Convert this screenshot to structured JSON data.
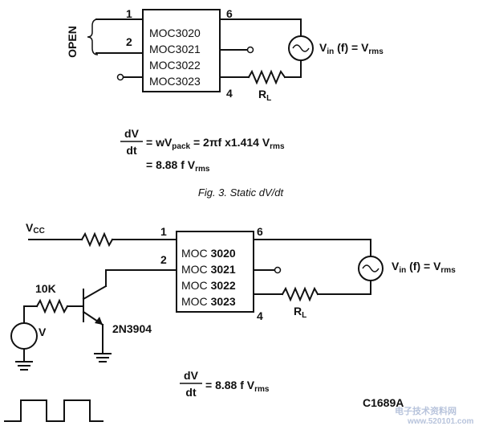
{
  "figure3": {
    "open_label": "OPEN",
    "pins": {
      "p1": "1",
      "p2": "2",
      "p4": "4",
      "p6": "6"
    },
    "chip_lines": [
      "MOC3020",
      "MOC3021",
      "MOC3022",
      "MOC3023"
    ],
    "vin": "V",
    "vin_sub": "in",
    "vin_rest": " (f) = V",
    "vin_rms": "rms",
    "rl": "R",
    "rl_sub": "L",
    "eq1_num": "dV",
    "eq1_den": "dt",
    "eq1_rhs_a": "= wV",
    "eq1_rhs_pack": "pack",
    "eq1_rhs_b": " = 2πf x1.414 V",
    "eq1_rhs_rms": "rms",
    "eq2_a": "= 8.88 f V",
    "eq2_rms": "rms",
    "caption": "Fig. 3.  Static dV/dt"
  },
  "figure4": {
    "vcc": "V",
    "vcc_sub": "CC",
    "pins": {
      "p1": "1",
      "p2": "2",
      "p4": "4",
      "p6": "6"
    },
    "chip_prefix": "MOC ",
    "chip_nums": [
      "3020",
      "3021",
      "3022",
      "3023"
    ],
    "resistor_10k": "10K",
    "source_v": "V",
    "transistor": "2N3904",
    "vin": "V",
    "vin_sub": "in",
    "vin_rest": " (f) = V",
    "vin_rms": "rms",
    "rl": "R",
    "rl_sub": "L",
    "eq_num": "dV",
    "eq_den": "dt",
    "eq_rhs": "= 8.88 f V",
    "eq_rms": "rms",
    "figure_id": "C1689A"
  },
  "watermark": {
    "text": "电子技术资料网",
    "url": "www.520101.com"
  }
}
